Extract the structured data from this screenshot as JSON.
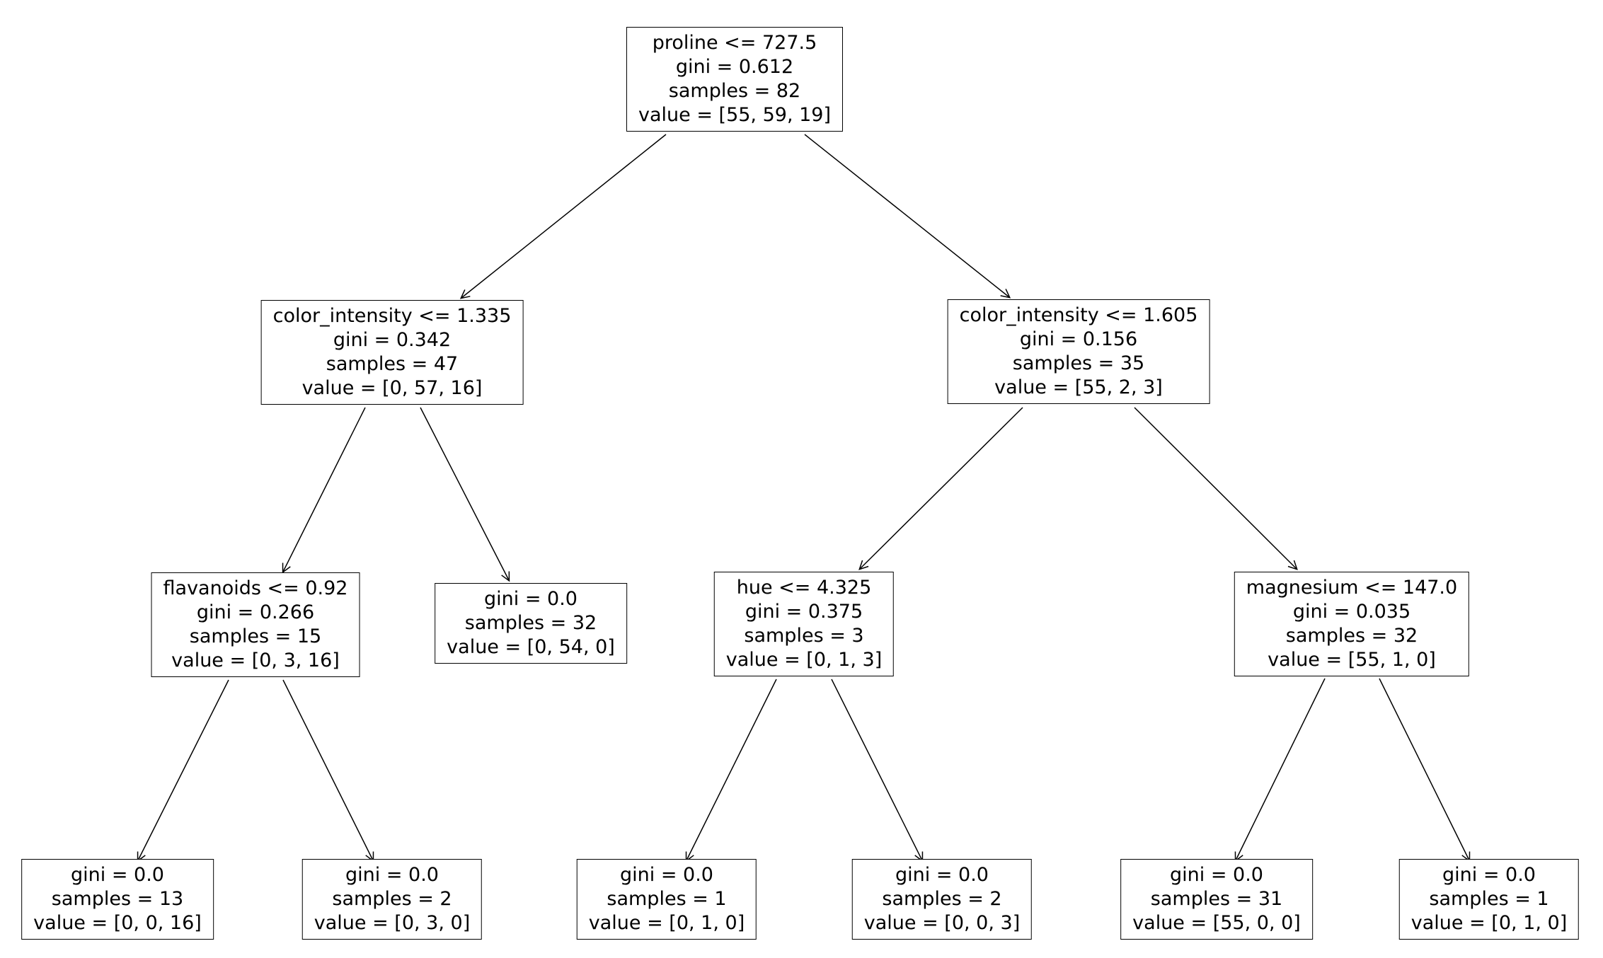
{
  "figure": {
    "background_color": "#ffffff",
    "line_color": "#000000",
    "text_color": "#000000"
  },
  "tree": {
    "nodes": [
      {
        "id": "root",
        "condition": "proline <= 727.5",
        "gini": "gini = 0.612",
        "samples": "samples = 82",
        "value": "value = [55, 59, 19]"
      },
      {
        "id": "node-l",
        "condition": "color_intensity <= 1.335",
        "gini": "gini = 0.342",
        "samples": "samples = 47",
        "value": "value = [0, 57, 16]"
      },
      {
        "id": "node-r",
        "condition": "color_intensity <= 1.605",
        "gini": "gini = 0.156",
        "samples": "samples = 35",
        "value": "value = [55, 2, 3]"
      },
      {
        "id": "node-ll",
        "condition": "flavanoids <= 0.92",
        "gini": "gini = 0.266",
        "samples": "samples = 15",
        "value": "value = [0, 3, 16]"
      },
      {
        "id": "leaf-lr",
        "gini": "gini = 0.0",
        "samples": "samples = 32",
        "value": "value = [0, 54, 0]"
      },
      {
        "id": "node-rl",
        "condition": "hue <= 4.325",
        "gini": "gini = 0.375",
        "samples": "samples = 3",
        "value": "value = [0, 1, 3]"
      },
      {
        "id": "node-rr",
        "condition": "magnesium <= 147.0",
        "gini": "gini = 0.035",
        "samples": "samples = 32",
        "value": "value = [55, 1, 0]"
      },
      {
        "id": "leaf-lll",
        "gini": "gini = 0.0",
        "samples": "samples = 13",
        "value": "value = [0, 0, 16]"
      },
      {
        "id": "leaf-llr",
        "gini": "gini = 0.0",
        "samples": "samples = 2",
        "value": "value = [0, 3, 0]"
      },
      {
        "id": "leaf-rll",
        "gini": "gini = 0.0",
        "samples": "samples = 1",
        "value": "value = [0, 1, 0]"
      },
      {
        "id": "leaf-rlr",
        "gini": "gini = 0.0",
        "samples": "samples = 2",
        "value": "value = [0, 0, 3]"
      },
      {
        "id": "leaf-rrl",
        "gini": "gini = 0.0",
        "samples": "samples = 31",
        "value": "value = [55, 0, 0]"
      },
      {
        "id": "leaf-rrr",
        "gini": "gini = 0.0",
        "samples": "samples = 1",
        "value": "value = [0, 1, 0]"
      }
    ],
    "edges": [
      {
        "from": "root",
        "to": "node-l"
      },
      {
        "from": "root",
        "to": "node-r"
      },
      {
        "from": "node-l",
        "to": "node-ll"
      },
      {
        "from": "node-l",
        "to": "leaf-lr"
      },
      {
        "from": "node-r",
        "to": "node-rl"
      },
      {
        "from": "node-r",
        "to": "node-rr"
      },
      {
        "from": "node-ll",
        "to": "leaf-lll"
      },
      {
        "from": "node-ll",
        "to": "leaf-llr"
      },
      {
        "from": "node-rl",
        "to": "leaf-rll"
      },
      {
        "from": "node-rl",
        "to": "leaf-rlr"
      },
      {
        "from": "node-rr",
        "to": "leaf-rrl"
      },
      {
        "from": "node-rr",
        "to": "leaf-rrr"
      }
    ]
  }
}
